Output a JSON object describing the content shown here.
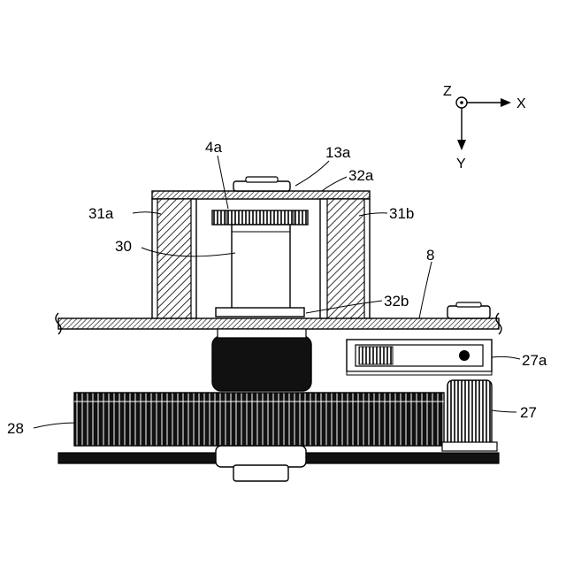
{
  "axes": {
    "z": "Z",
    "x": "X",
    "y": "Y"
  },
  "labels": {
    "l4a": "4a",
    "l13a": "13a",
    "l32a": "32a",
    "l31a": "31a",
    "l31b": "31b",
    "l30": "30",
    "l8": "8",
    "l32b": "32b",
    "l27a": "27a",
    "l28": "28",
    "l27": "27"
  },
  "colors": {
    "ink": "#000000",
    "paper": "#ffffff"
  }
}
